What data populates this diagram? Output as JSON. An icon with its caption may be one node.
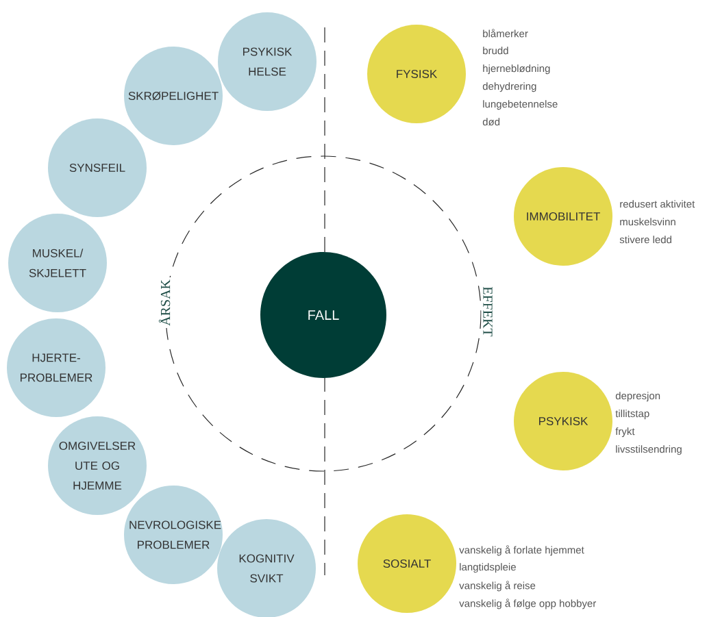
{
  "diagram": {
    "nodes": [
      {
        "text": [
          "FALL"
        ]
      },
      {
        "text": [
          "PSYKISK HELSE"
        ]
      },
      {
        "text": [
          "SKRØPELIGHET"
        ]
      },
      {
        "text": [
          "SYNSFEIL"
        ]
      },
      {
        "text": [
          "MUSKEL/ SKJELETT"
        ]
      },
      {
        "text": [
          "HJERTE- PROBLEMER"
        ]
      },
      {
        "text": [
          "OMGIVELSER UTE OG HJEMME"
        ]
      },
      {
        "text": [
          "NEVROLOGISKE PROBLEMER"
        ]
      },
      {
        "text": [
          "KOGNITIV SVIKT"
        ]
      },
      {
        "text": [
          "FYSISK"
        ],
        "beside": [
          "blåmerker",
          "brudd",
          "hjerneblødning",
          "dehydrering",
          "lungebetennelse",
          "død"
        ]
      },
      {
        "text": [
          "IMMOBILITET"
        ],
        "beside": [
          "redusert aktivitet",
          "muskelsvinn",
          "stivere ledd"
        ]
      },
      {
        "text": [
          "PSYKISK"
        ],
        "beside": [
          "depresjon",
          "tillitstap",
          "frykt",
          "livsstilsendring"
        ]
      },
      {
        "text": [
          "SOSIALT"
        ],
        "beside": [
          "vanskelig å forlate hjemmet",
          "langtidspleie",
          "vanskelig å reise",
          "vanskelig å følge opp hobbyer"
        ]
      }
    ],
    "labels": [
      "ÅRSAK",
      "EFFEKT"
    ]
  }
}
